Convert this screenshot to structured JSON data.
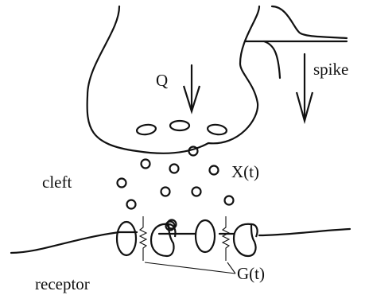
{
  "labels": {
    "q": "Q",
    "spike": "spike",
    "cleft": "cleft",
    "x_of_t": "X(t)",
    "receptor": "receptor",
    "g_of_t": "G(t)"
  }
}
